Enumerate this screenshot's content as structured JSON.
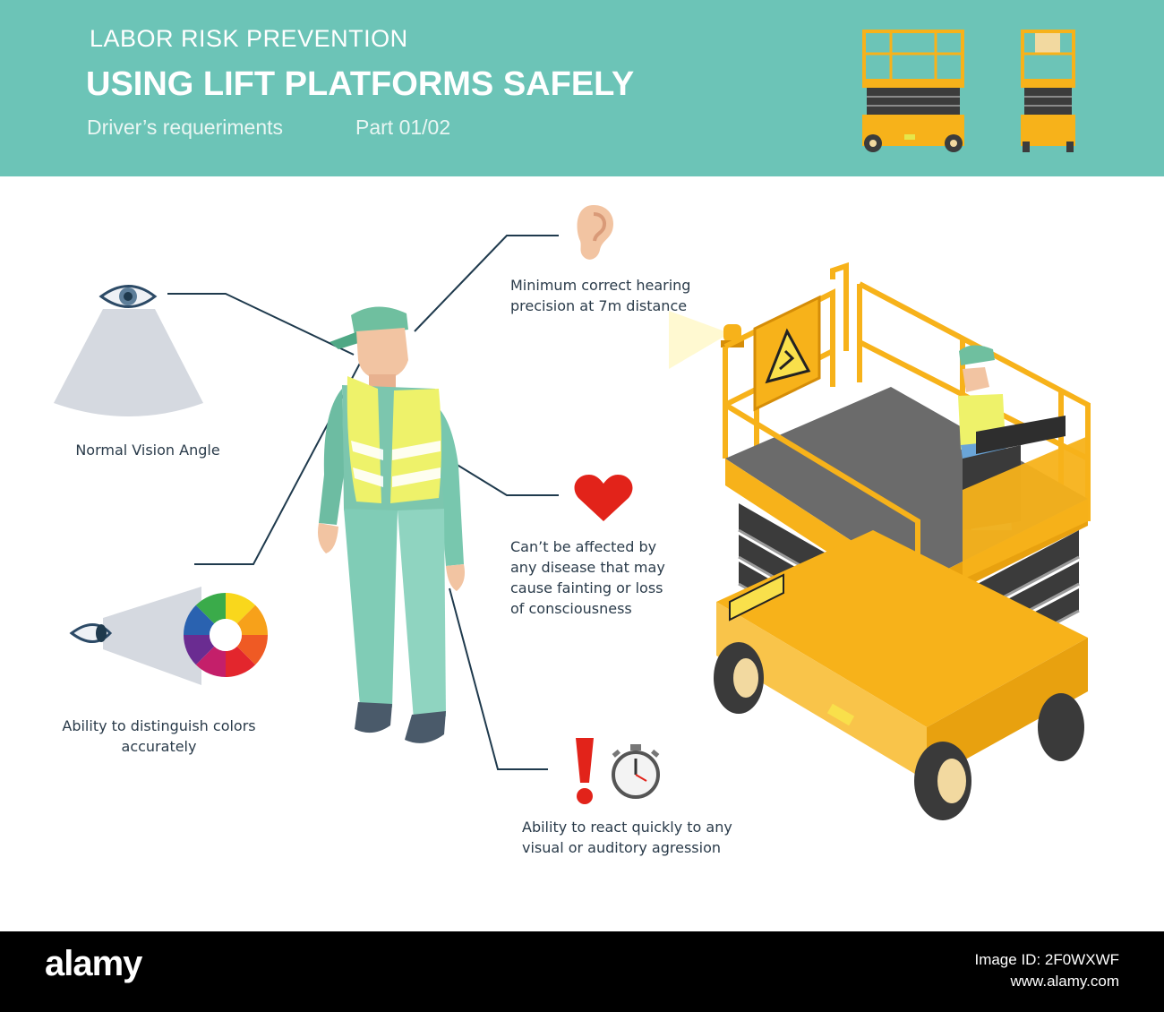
{
  "header": {
    "kicker": "LABOR RISK PREVENTION",
    "title": "USING LIFT PLATFORMS SAFELY",
    "subtitle": "Driver’s requeriments",
    "part": "Part 01/02"
  },
  "requirements": {
    "vision_angle": "Normal Vision Angle",
    "colors_line1": "Ability to distinguish colors",
    "colors_line2": "accurately",
    "hearing_line1": "Minimum correct hearing",
    "hearing_line2": "precision at 7m distance",
    "disease_line1": "Can’t be affected by",
    "disease_line2": "any disease that may",
    "disease_line3": "cause fainting or loss",
    "disease_line4": "of consciousness",
    "react_line1": "Ability to react quickly to any",
    "react_line2": "visual or auditory agression"
  },
  "footer": {
    "logo": "alamy",
    "image_id": "Image ID: 2F0WXWF",
    "site": "www.alamy.com"
  },
  "colors": {
    "header_bg": "#6cc4b7",
    "lift_yellow": "#f7b21a",
    "worker_green": "#7cc6ae",
    "vest_yellow": "#eef26a",
    "connector_line": "#1f3a4d",
    "heart_red": "#e2231a"
  },
  "icons": [
    "eye-icon",
    "ear-icon",
    "heart-icon",
    "exclamation-icon",
    "stopwatch-icon",
    "color-wheel-icon",
    "warning-sign-icon",
    "beacon-light-icon"
  ]
}
